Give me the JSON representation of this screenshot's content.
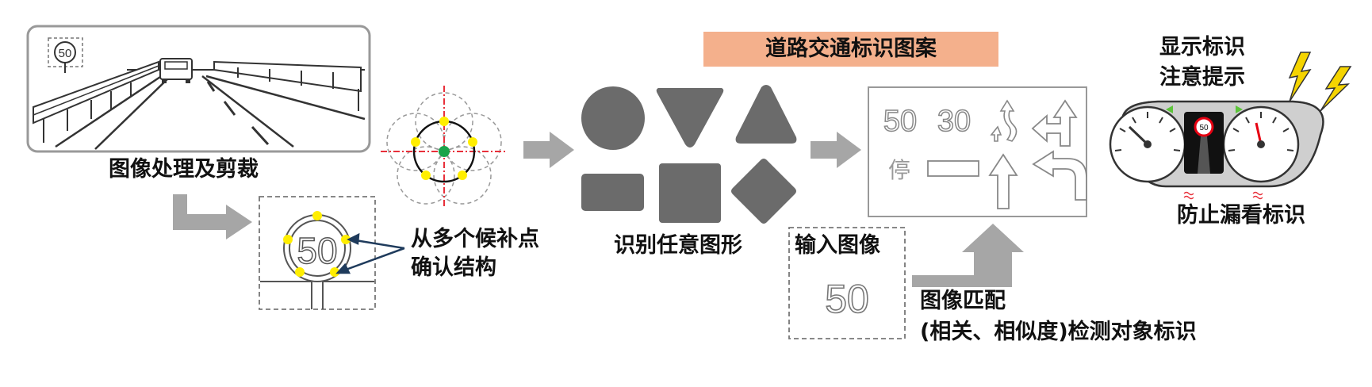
{
  "labels": {
    "image_processing": "图像处理及剪裁",
    "confirm_structure_line1": "从多个候补点",
    "confirm_structure_line2": "确认结构",
    "recognize_shapes": "识别任意图形",
    "sign_patterns_header": "道路交通标识图案",
    "input_image": "输入图像",
    "matching_line1": "图像匹配",
    "matching_line2": "(相关、相似度)检测对象标识",
    "display_line1": "显示标识",
    "display_line2": "注意提示",
    "prevent_missing": "防止漏看标识"
  },
  "signs": {
    "speed_50": "50",
    "speed_30": "30",
    "stop": "停"
  },
  "colors": {
    "arrow_gray": "#a6a6a6",
    "shape_gray": "#6b6b6b",
    "header_bg": "#f4b08c",
    "candidate_yellow": "#ffee00",
    "center_green": "#1aa34a",
    "crosshair_red": "#e8303a",
    "connector_navy": "#1f3b5c",
    "sign_red": "#e60012",
    "alert_yellow": "#f5d400"
  }
}
